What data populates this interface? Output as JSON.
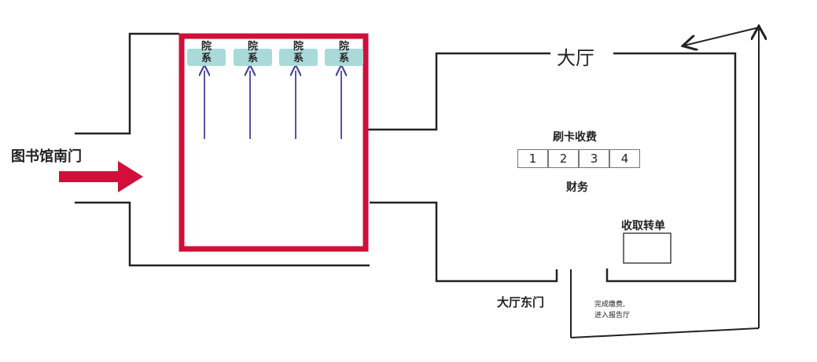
{
  "labels": {
    "south_gate": "图书馆南门",
    "hall": "大厅",
    "card_fee": "刷卡收费",
    "finance": "财务",
    "collect_transfer": "收取转单",
    "hall_east_gate": "大厅东门",
    "done_line1": "完成缴费,",
    "done_line2": "进入报告厅"
  },
  "departments": [
    {
      "label": "院系"
    },
    {
      "label": "院系"
    },
    {
      "label": "院系"
    },
    {
      "label": "院系"
    }
  ],
  "windows": [
    "1",
    "2",
    "3",
    "4"
  ],
  "colors": {
    "highlight": "#d0103a",
    "dept": "#a9dad9",
    "arrow": "#4a3fa0"
  }
}
